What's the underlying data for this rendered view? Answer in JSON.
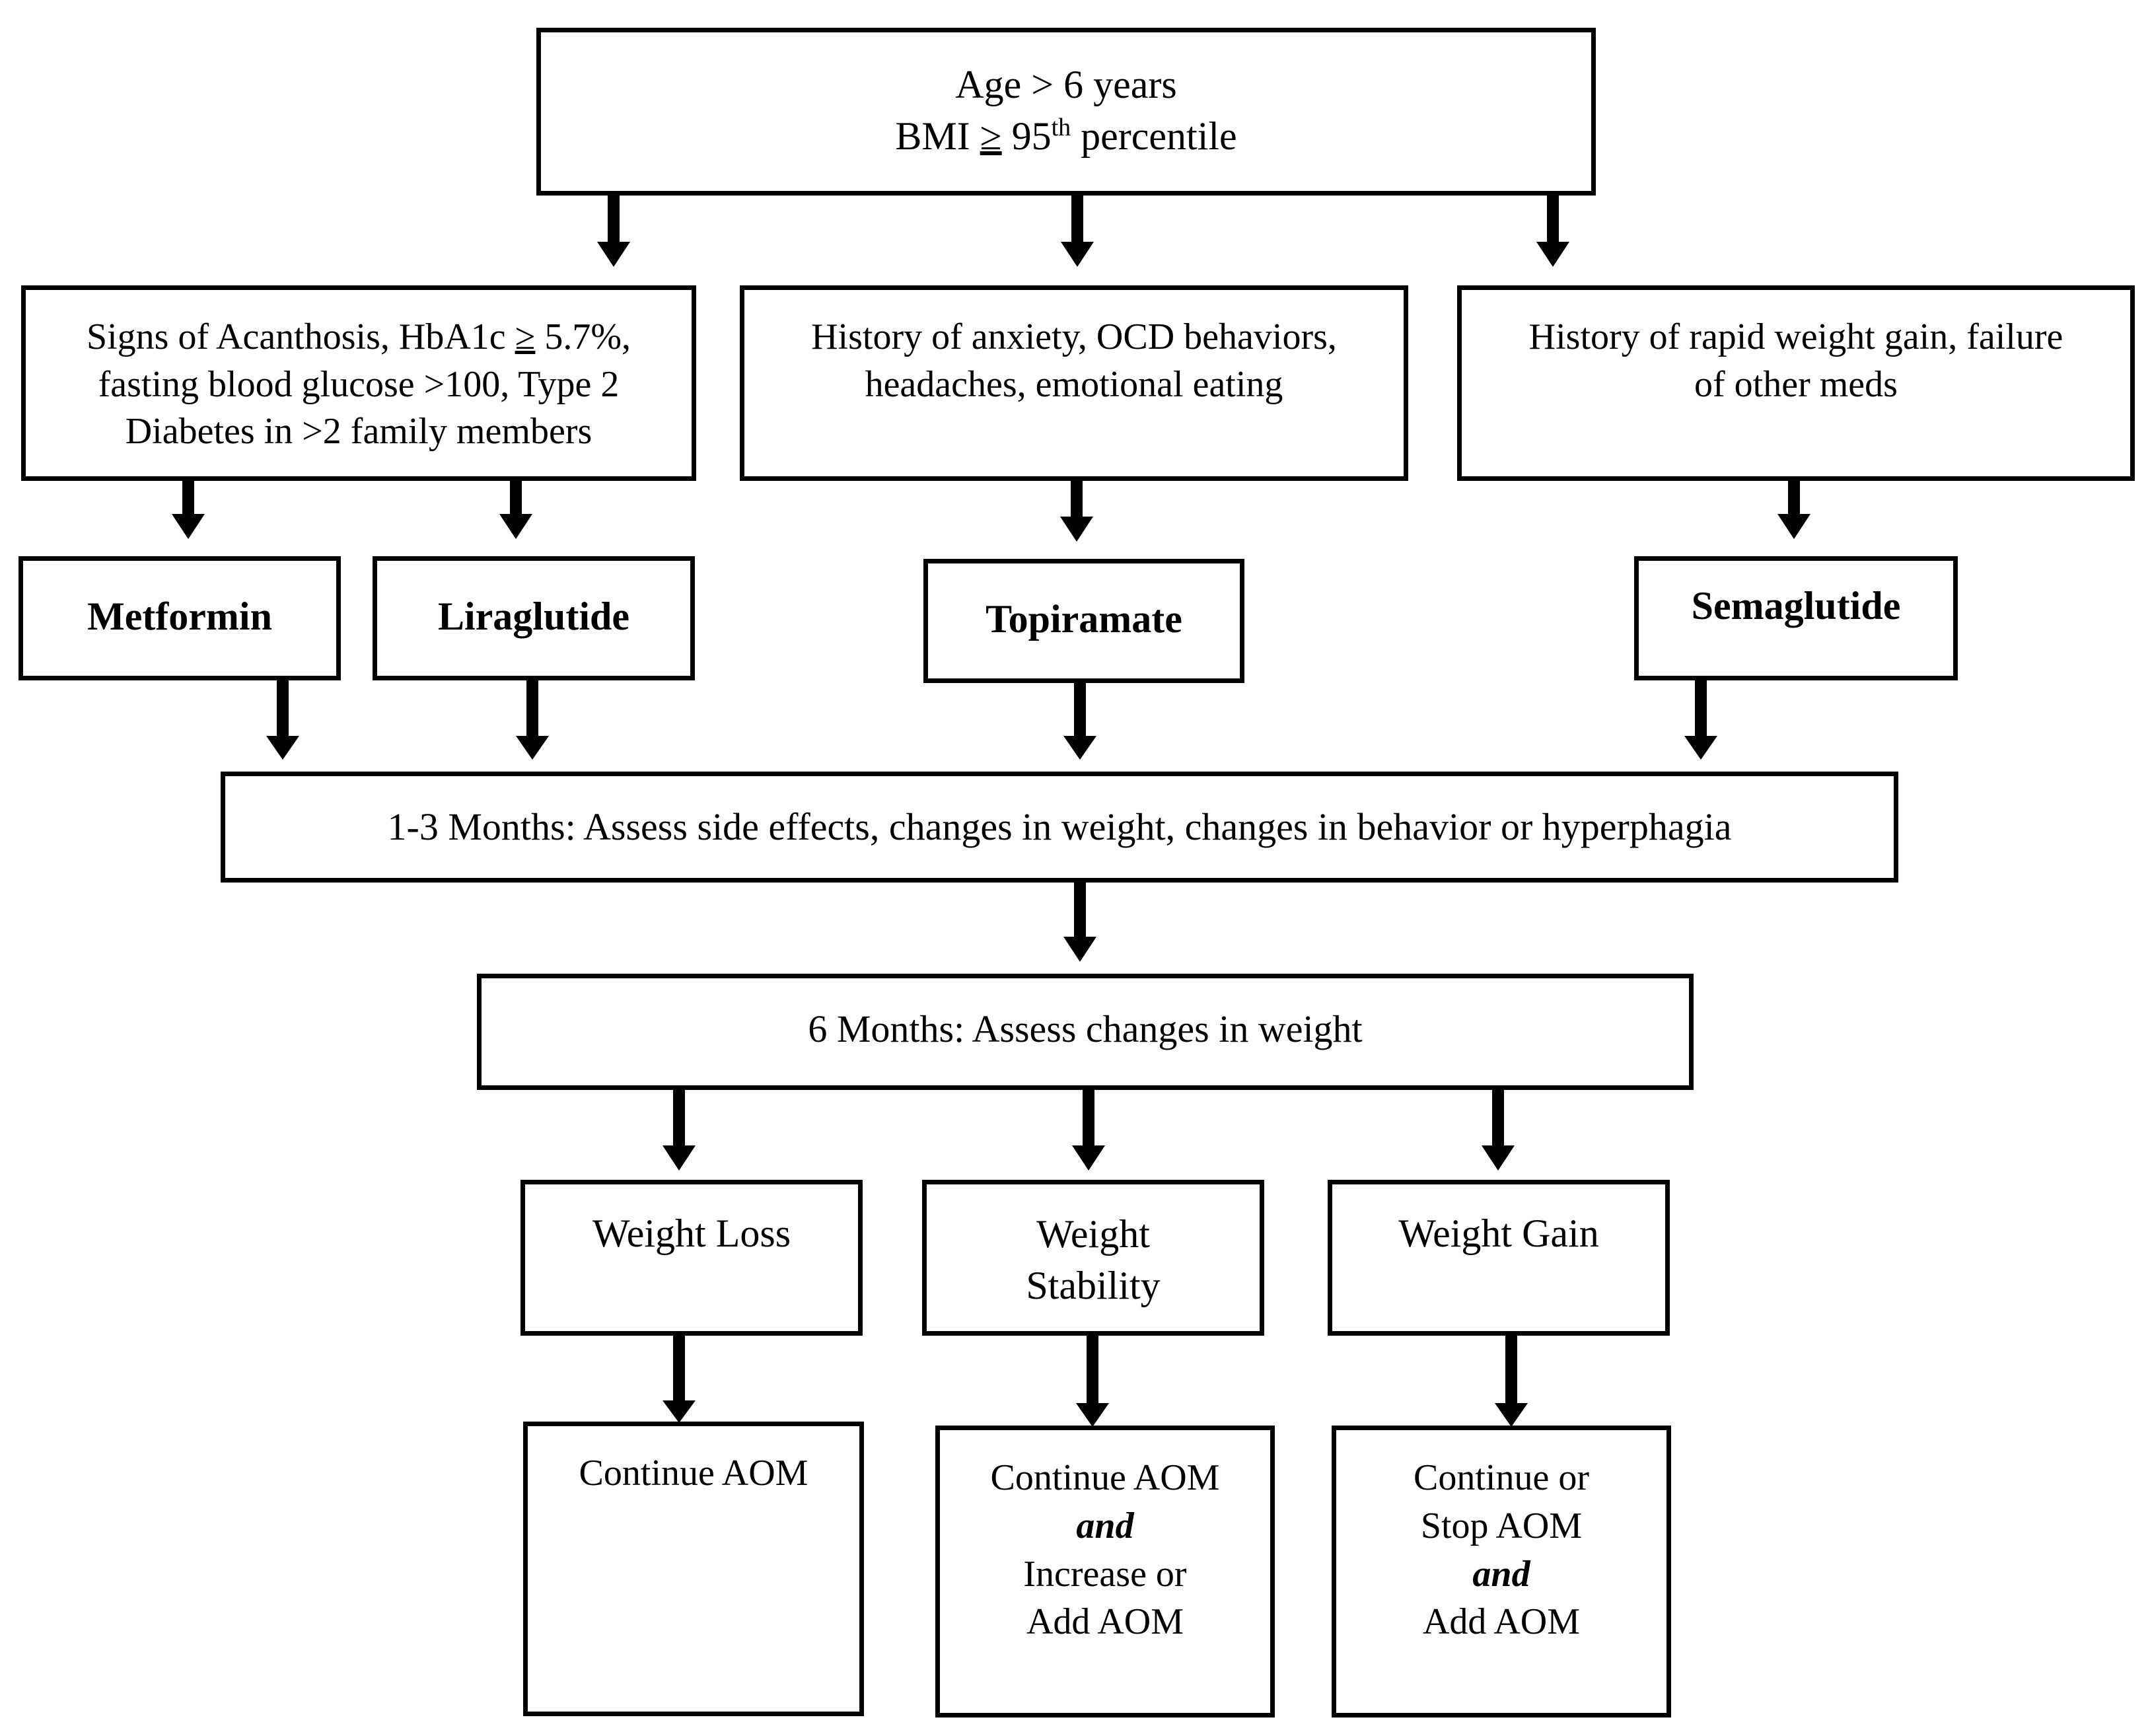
{
  "root": {
    "line1": "Age > 6 years",
    "line2_prefix": "BMI ",
    "line2_ge": "≥",
    "line2_num": " 95",
    "line2_sup": "th",
    "line2_suffix": " percentile"
  },
  "criteria": {
    "left": {
      "line1_a": "Signs of Acanthosis, HbA1c ",
      "line1_ge": "≥",
      "line1_b": " 5.7%,",
      "line2": "fasting blood glucose >100, Type 2",
      "line3": "Diabetes in >2 family members"
    },
    "middle": {
      "line1": "History of anxiety, OCD behaviors,",
      "line2": "headaches, emotional eating"
    },
    "right": {
      "line1": "History of rapid weight gain, failure",
      "line2": "of other meds"
    }
  },
  "meds": {
    "metformin": "Metformin",
    "liraglutide": "Liraglutide",
    "topiramate": "Topiramate",
    "semaglutide": "Semaglutide"
  },
  "assess_1_3": "1-3 Months: Assess side effects, changes in weight, changes in behavior or hyperphagia",
  "assess_6": "6 Months: Assess changes in weight",
  "outcomes": {
    "loss": "Weight Loss",
    "stability_1": "Weight",
    "stability_2": "Stability",
    "gain": "Weight Gain"
  },
  "actions": {
    "loss": "Continue AOM",
    "stability": {
      "line1": "Continue AOM",
      "and": "and",
      "line2": "Increase or",
      "line3": "Add AOM"
    },
    "gain": {
      "line1": "Continue or",
      "line2": "Stop AOM",
      "and": "and",
      "line3": "Add AOM"
    }
  }
}
